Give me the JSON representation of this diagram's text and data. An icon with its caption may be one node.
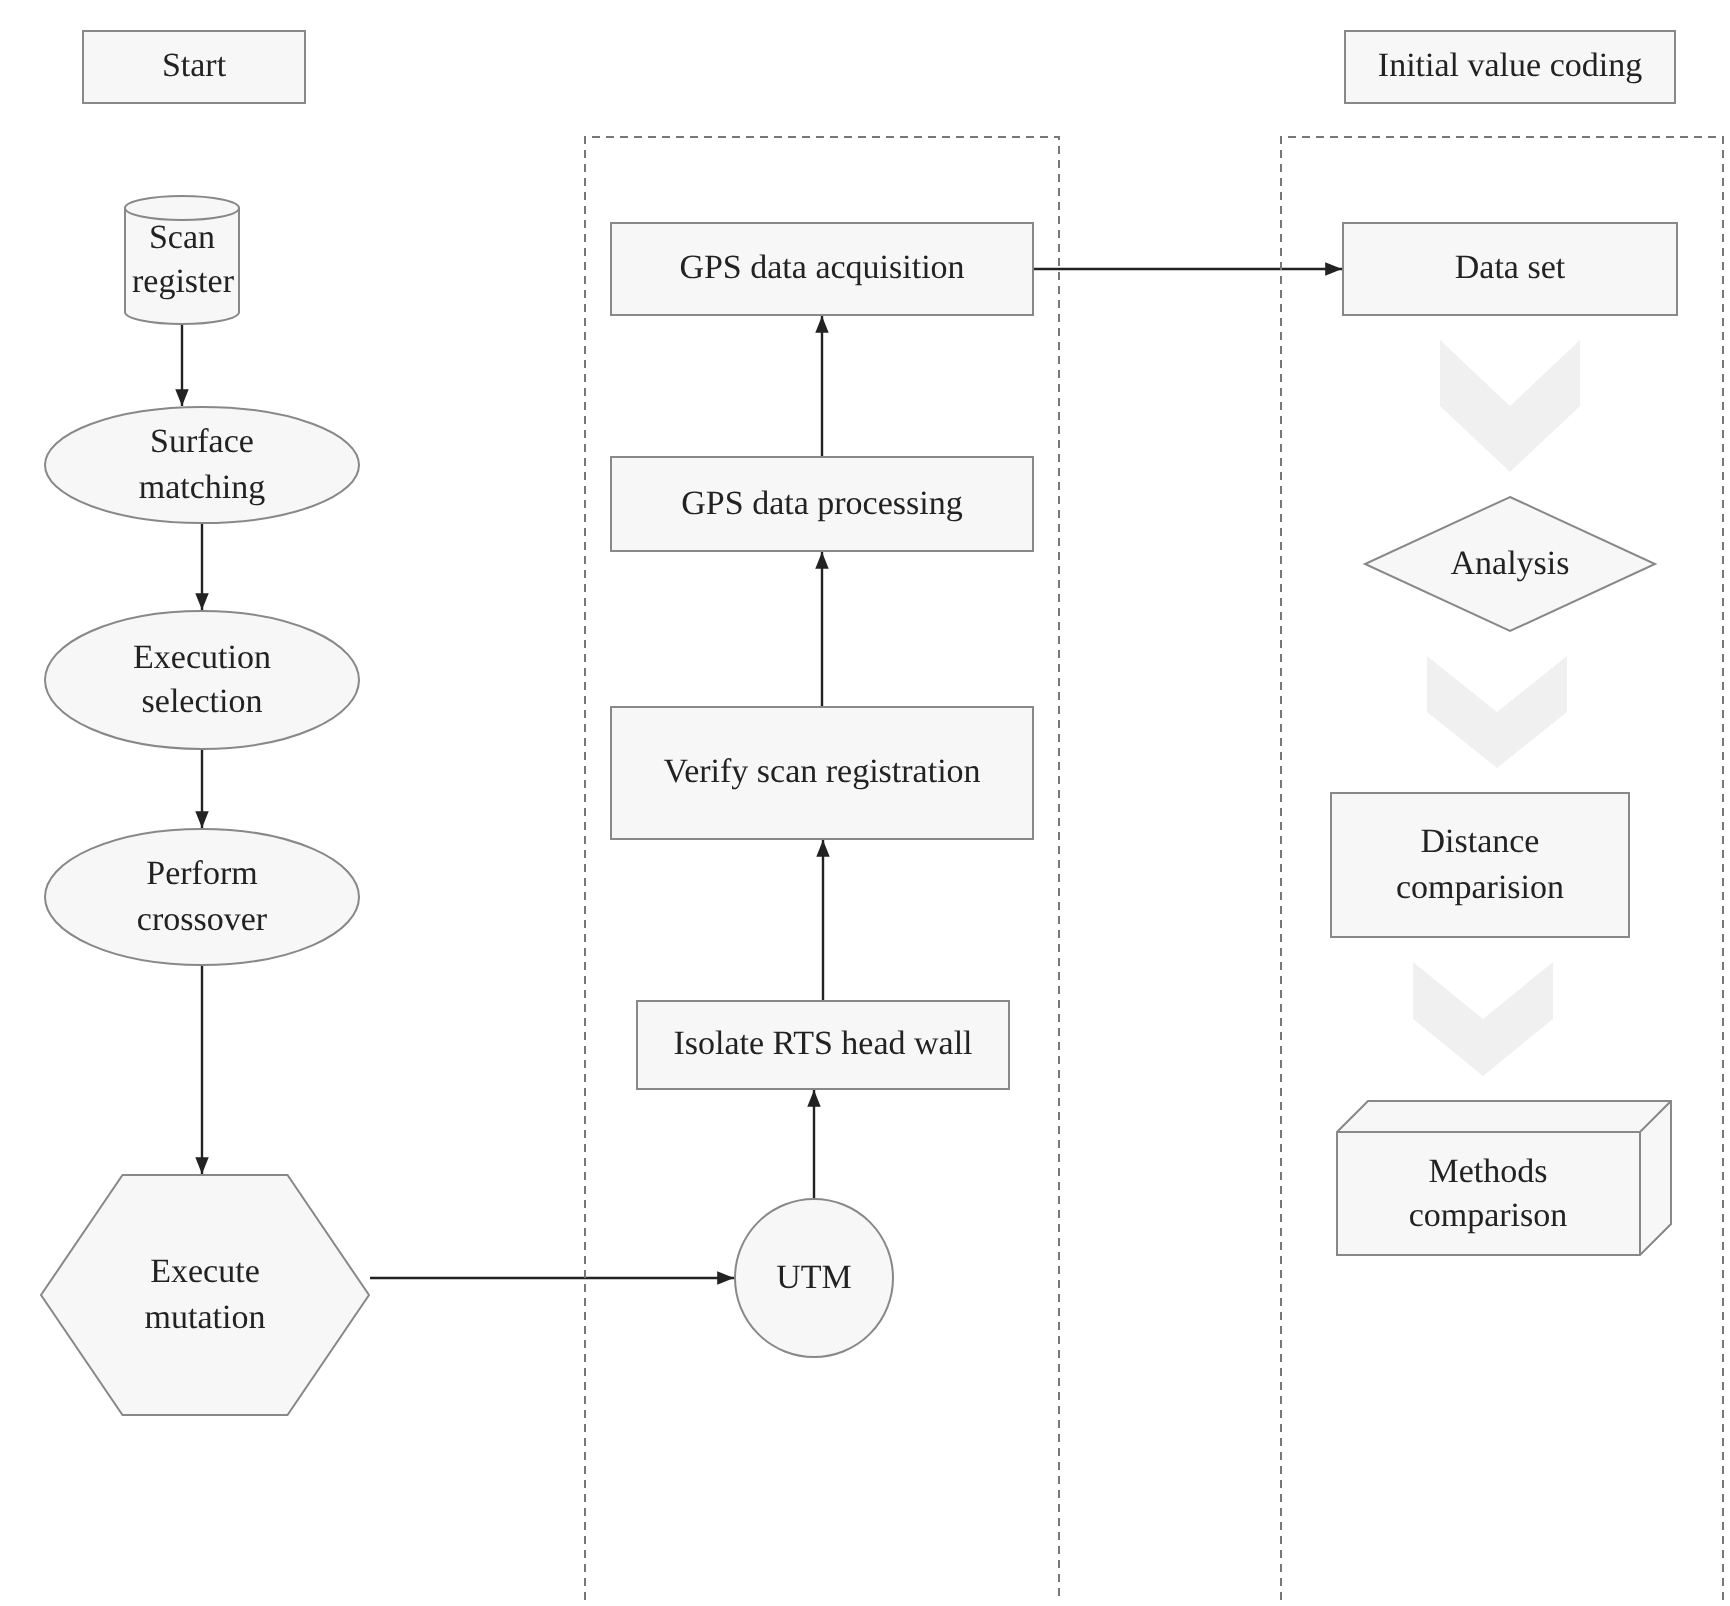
{
  "diagram": {
    "nodes": [
      {
        "text": [
          "Start"
        ]
      },
      {
        "text": [
          "Initial value coding"
        ]
      },
      {
        "text": [
          "Scan register"
        ]
      },
      {
        "text": [
          "Surface matching"
        ]
      },
      {
        "text": [
          "Execution selection"
        ]
      },
      {
        "text": [
          "Perform crossover"
        ]
      },
      {
        "text": [
          "Execute mutation"
        ]
      },
      {
        "text": [],
        "shape": "box"
      },
      {
        "text": [
          "GPS data acquisition"
        ],
        "in": 7
      },
      {
        "text": [
          "GPS data processing"
        ],
        "in": 7
      },
      {
        "text": [
          "Verify scan registration"
        ],
        "in": 7
      },
      {
        "text": [
          "Isolate RTS head wall"
        ],
        "in": 7
      },
      {
        "text": [
          "UTM"
        ],
        "in": 7
      },
      {
        "text": [],
        "shape": "box"
      },
      {
        "text": [
          "Data set"
        ],
        "in": 13
      },
      {
        "text": [
          "Analysis"
        ],
        "in": 13
      },
      {
        "text": [
          "Distance comparision"
        ],
        "in": 13
      },
      {
        "text": [
          "Methods comparison"
        ],
        "in": 13
      }
    ],
    "edges": [
      {
        "from": 2,
        "to": 3,
        "arrow": "to"
      },
      {
        "from": 3,
        "to": 4,
        "arrow": "to"
      },
      {
        "from": 4,
        "to": 5,
        "arrow": "to"
      },
      {
        "from": 5,
        "to": 6,
        "arrow": "to"
      },
      {
        "from": 6,
        "to": 12,
        "arrow": "to"
      },
      {
        "from": 12,
        "to": 11,
        "arrow": "to"
      },
      {
        "from": 11,
        "to": 10,
        "arrow": "to"
      },
      {
        "from": 10,
        "to": 9,
        "arrow": "to"
      },
      {
        "from": 9,
        "to": 8,
        "arrow": "to"
      },
      {
        "from": 8,
        "to": 14,
        "arrow": "to"
      },
      {
        "from": 14,
        "to": 15,
        "arrow": "to",
        "style": "thick",
        "color": "#f0f0f0"
      },
      {
        "from": 15,
        "to": 16,
        "arrow": "to",
        "style": "thick",
        "color": "#f0f0f0"
      },
      {
        "from": 16,
        "to": 17,
        "arrow": "to",
        "style": "thick",
        "color": "#f0f0f0"
      }
    ]
  }
}
